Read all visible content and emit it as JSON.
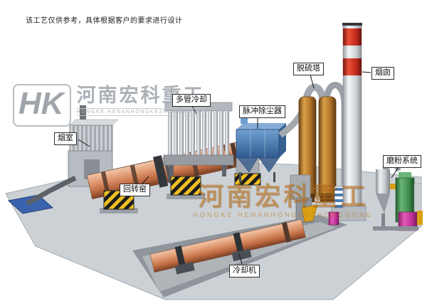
{
  "disclaimer": "该工艺仅供参考，具体根据客户的要求进行设计",
  "logo": {
    "monogram": "HK",
    "company": "河南宏科重工",
    "subtitle": "HONGKE HENANHONGKEZHONGGONG"
  },
  "watermark": {
    "text": "河南宏科重工",
    "subtitle": "HONGKE HENANHONGKEZHONGGONG"
  },
  "labels": {
    "smoke_chamber": "烟室",
    "rotary_kiln": "回转窑",
    "multi_tube_cooler": "多管冷却",
    "pulse_dust_collector": "脉冲除尘器",
    "desulfurization_tower": "脱硫塔",
    "chimney": "烟囱",
    "grinding_system": "磨粉系统",
    "cooling_machine": "冷却机"
  },
  "colors": {
    "kiln_body": "#d08a5e",
    "dust_collector_blue": "#4a7cb2",
    "desulfurization_tower_brown": "#b5762c",
    "chimney_red": "#c22b1a",
    "ground_gray": "#ccd1d5",
    "hazard_yellow": "#f0c020",
    "grinding_green": "#3f8f4f",
    "grinding_magenta": "#c2309a",
    "pad_blue": "#3b63ad",
    "watermark_orange": "#c4761c"
  }
}
